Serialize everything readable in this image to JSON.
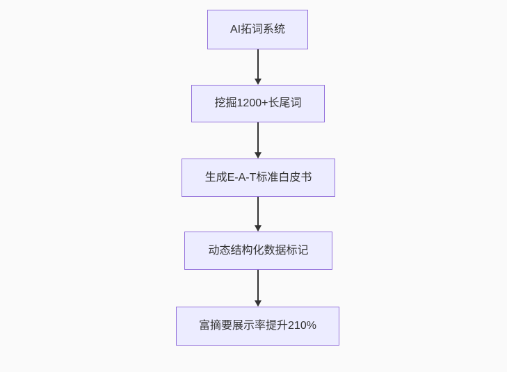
{
  "diagram": {
    "type": "flowchart",
    "direction": "top-down",
    "nodes": [
      {
        "label": "AI拓词系统"
      },
      {
        "label": "挖掘1200+长尾词"
      },
      {
        "label": "生成E-A-T标准白皮书"
      },
      {
        "label": "动态结构化数据标记"
      },
      {
        "label": "富摘要展示率提升210%"
      }
    ],
    "edges": [
      {
        "from": "AI拓词系统",
        "to": "挖掘1200+长尾词"
      },
      {
        "from": "挖掘1200+长尾词",
        "to": "生成E-A-T标准白皮书"
      },
      {
        "from": "生成E-A-T标准白皮书",
        "to": "动态结构化数据标记"
      },
      {
        "from": "动态结构化数据标记",
        "to": "富摘要展示率提升210%"
      }
    ]
  },
  "colors": {
    "background": "#fafafa",
    "node_fill": "#ECECFF",
    "node_border": "#9370DB",
    "node_text": "#333333",
    "arrow": "#333333"
  }
}
